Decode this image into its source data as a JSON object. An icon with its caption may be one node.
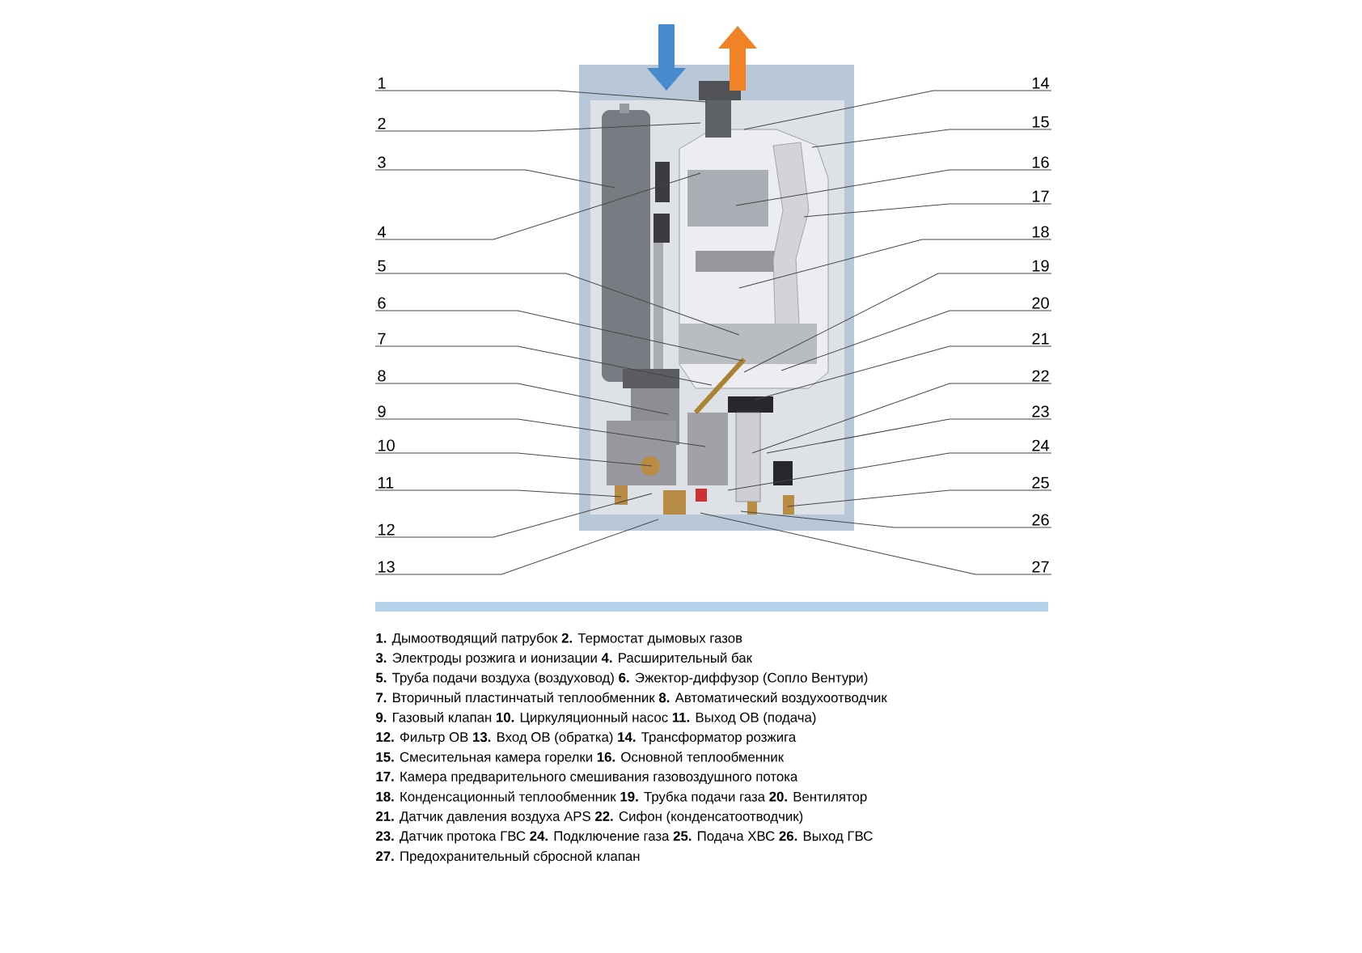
{
  "diagram": {
    "nodes": [
      {
        "text": [
          "1"
        ]
      },
      {
        "text": [
          "2"
        ]
      },
      {
        "text": [
          "3"
        ]
      },
      {
        "text": [
          "4"
        ]
      },
      {
        "text": [
          "5"
        ]
      },
      {
        "text": [
          "6"
        ]
      },
      {
        "text": [
          "7"
        ]
      },
      {
        "text": [
          "8"
        ]
      },
      {
        "text": [
          "9"
        ]
      },
      {
        "text": [
          "10"
        ]
      },
      {
        "text": [
          "11"
        ]
      },
      {
        "text": [
          "12"
        ]
      },
      {
        "text": [
          "13"
        ]
      },
      {
        "text": [
          "14"
        ]
      },
      {
        "text": [
          "15"
        ]
      },
      {
        "text": [
          "16"
        ]
      },
      {
        "text": [
          "17"
        ]
      },
      {
        "text": [
          "18"
        ]
      },
      {
        "text": [
          "19"
        ]
      },
      {
        "text": [
          "20"
        ]
      },
      {
        "text": [
          "21"
        ]
      },
      {
        "text": [
          "22"
        ]
      },
      {
        "text": [
          "23"
        ]
      },
      {
        "text": [
          "24"
        ]
      },
      {
        "text": [
          "25"
        ]
      },
      {
        "text": [
          "26"
        ]
      },
      {
        "text": [
          "27"
        ]
      }
    ],
    "edges": [
      {
        "from": 0,
        "to": null,
        "arrow": "none"
      },
      {
        "from": 1,
        "to": null,
        "arrow": "none"
      },
      {
        "from": 2,
        "to": null,
        "arrow": "none"
      },
      {
        "from": 3,
        "to": null,
        "arrow": "none"
      },
      {
        "from": 4,
        "to": null,
        "arrow": "none"
      },
      {
        "from": 5,
        "to": null,
        "arrow": "none"
      },
      {
        "from": 6,
        "to": null,
        "arrow": "none"
      },
      {
        "from": 7,
        "to": null,
        "arrow": "none"
      },
      {
        "from": 8,
        "to": null,
        "arrow": "none"
      },
      {
        "from": 9,
        "to": null,
        "arrow": "none"
      },
      {
        "from": 10,
        "to": null,
        "arrow": "none"
      },
      {
        "from": 11,
        "to": null,
        "arrow": "none"
      },
      {
        "from": 12,
        "to": null,
        "arrow": "none"
      },
      {
        "from": 13,
        "to": null,
        "arrow": "none"
      },
      {
        "from": 14,
        "to": null,
        "arrow": "none"
      },
      {
        "from": 15,
        "to": null,
        "arrow": "none"
      },
      {
        "from": 16,
        "to": null,
        "arrow": "none"
      },
      {
        "from": 17,
        "to": null,
        "arrow": "none"
      },
      {
        "from": 18,
        "to": null,
        "arrow": "none"
      },
      {
        "from": 19,
        "to": null,
        "arrow": "none"
      },
      {
        "from": 20,
        "to": null,
        "arrow": "none"
      },
      {
        "from": 21,
        "to": null,
        "arrow": "none"
      },
      {
        "from": 22,
        "to": null,
        "arrow": "none"
      },
      {
        "from": 23,
        "to": null,
        "arrow": "none"
      },
      {
        "from": 24,
        "to": null,
        "arrow": "none"
      },
      {
        "from": 25,
        "to": null,
        "arrow": "none"
      },
      {
        "from": 26,
        "to": null,
        "arrow": "none"
      }
    ],
    "labels": [
      "**1.** Дымоотводящий патрубок **2.** Термостат дымовых газов",
      "**3.** Электроды розжига и ионизации **4.** Расширительный бак",
      "**5.** Труба подачи воздуха (воздуховод) **6.** Эжектор-диффузор (Сопло Вентури)",
      "**7.** Вторичный пластинчатый теплообменник **8.** Автоматический воздухоотводчик",
      "**9.** Газовый клапан **10.** Циркуляционный насос **11.** Выход ОВ (подача)",
      "**12.** Фильтр ОВ **13.** Вход ОВ (обратка) **14.** Трансформатор розжига",
      "**15.** Смесительная камера горелки **16.** Основной теплообменник",
      "**17.** Камера предварительного смешивания газовоздушного потока",
      "**18.** Конденсационный теплообменник **19.** Трубка подачи газа **20.** Вентилятор",
      "**21.** Датчик давления воздуха APS **22.** Сифон (конденсатоотводчик)",
      "**23.** Датчик протока ГВС **24.** Подключение газа **25.** Подача ХВС **26.** Выход ГВС",
      "**27.** Предохранительный сбросной клапан"
    ]
  }
}
